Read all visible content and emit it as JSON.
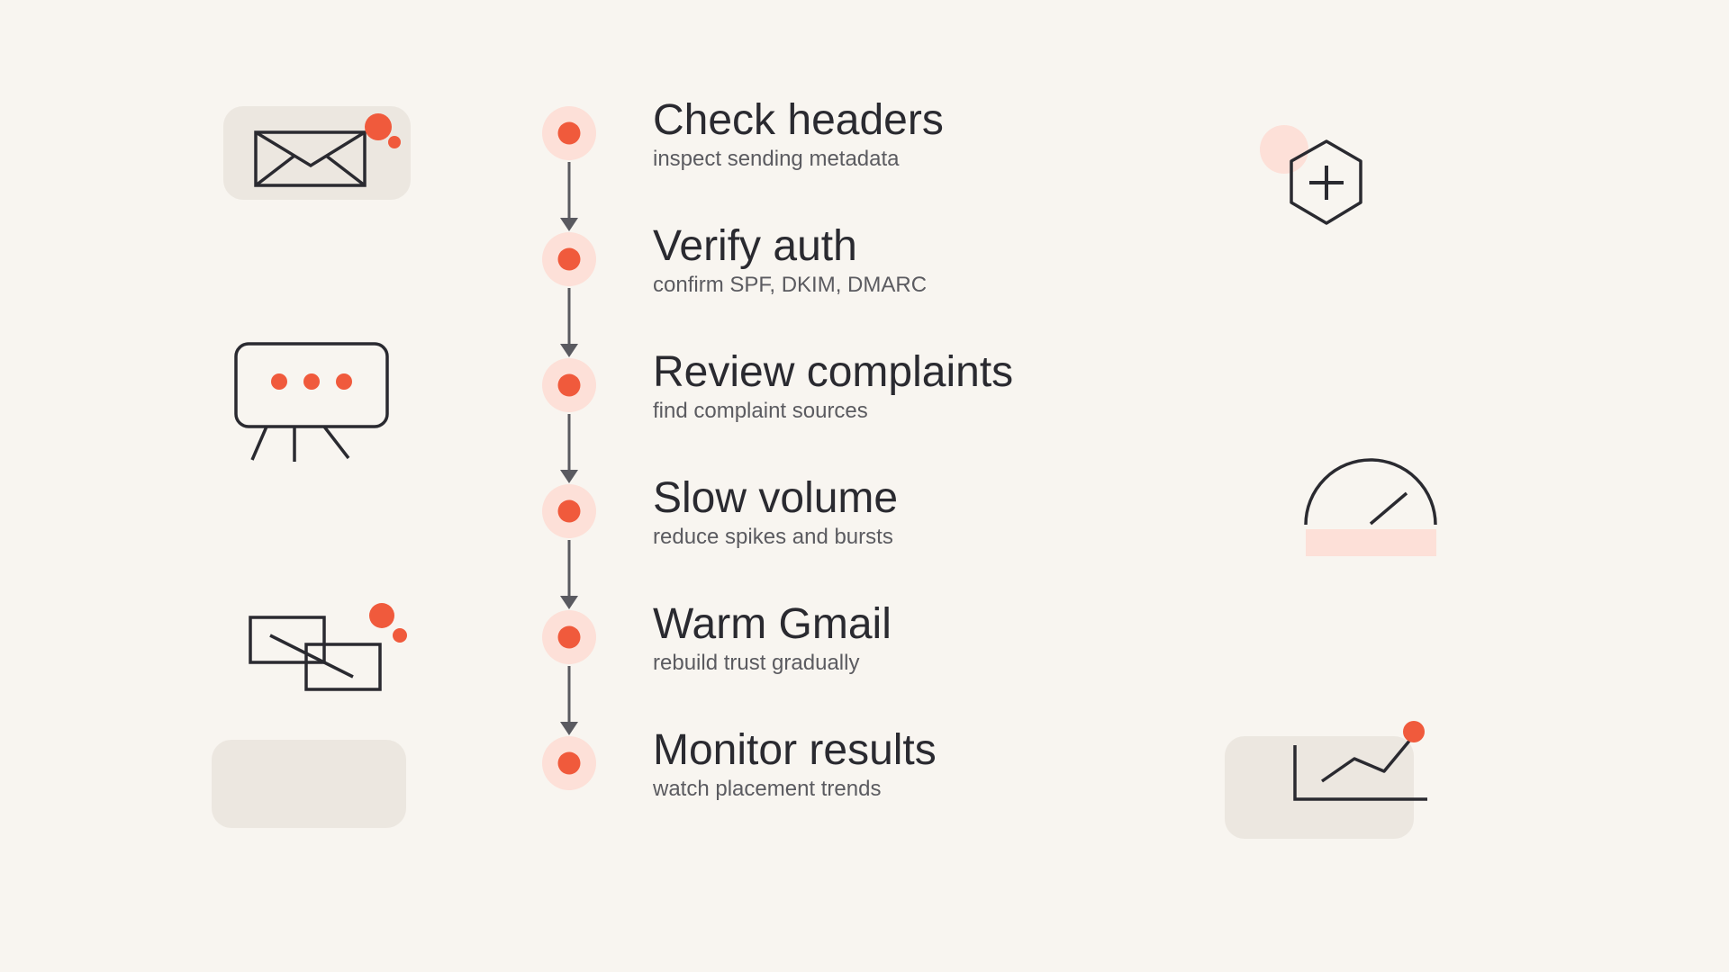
{
  "steps": [
    {
      "title": "Check headers",
      "description": "inspect sending metadata"
    },
    {
      "title": "Verify auth",
      "description": "confirm SPF, DKIM, DMARC"
    },
    {
      "title": "Review complaints",
      "description": "find complaint sources"
    },
    {
      "title": "Slow volume",
      "description": "reduce spikes and bursts"
    },
    {
      "title": "Warm Gmail",
      "description": "rebuild trust gradually"
    },
    {
      "title": "Monitor results",
      "description": "watch placement trends"
    }
  ],
  "icons": {
    "left": [
      "envelope-icon",
      "presentation-board-icon",
      "linked-envelopes-icon",
      "blank-card"
    ],
    "right": [
      "hexagon-plus-icon",
      "gauge-icon",
      "line-chart-icon"
    ]
  },
  "colors": {
    "background": "#f8f5f0",
    "accent": "#f05a3c",
    "accent_soft": "#fde0d8",
    "ink": "#2a2a30",
    "muted_text": "#5b5b60",
    "card": "#ece7e0"
  }
}
